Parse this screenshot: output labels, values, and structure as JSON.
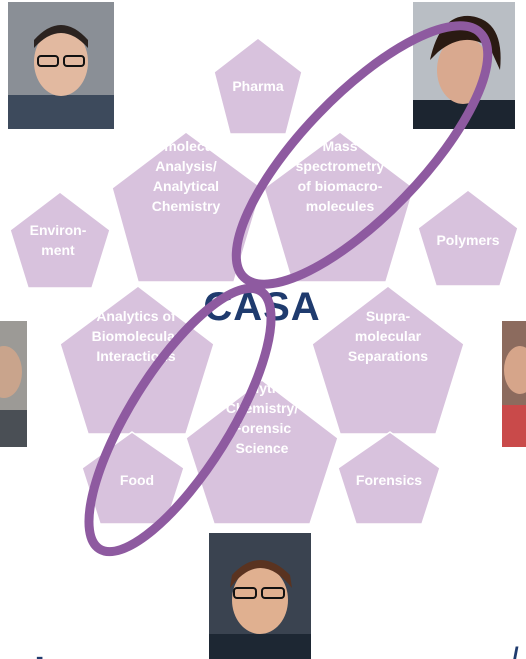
{
  "diagram": {
    "center_label": "CASA",
    "nodes": [
      {
        "id": "pharma",
        "lines": [
          "Pharma"
        ]
      },
      {
        "id": "biomolecular-analysis",
        "lines": [
          "Biomolecular",
          "Analysis/",
          "Analytical",
          "Chemistry"
        ]
      },
      {
        "id": "mass-spectrometry",
        "lines": [
          "Mass",
          "spectrometry",
          "of biomacro-",
          "molecules"
        ]
      },
      {
        "id": "environment",
        "lines": [
          "Environ-",
          "ment"
        ]
      },
      {
        "id": "polymers",
        "lines": [
          "Polymers"
        ]
      },
      {
        "id": "biomolecular-interactions",
        "lines": [
          "Analytics of",
          "Biomolecular",
          "Interactions"
        ]
      },
      {
        "id": "supramolecular-separations",
        "lines": [
          "Supra-",
          "molecular",
          "Separations"
        ]
      },
      {
        "id": "forensic-science",
        "lines": [
          "Analytical",
          "Chemistry/",
          "Forensic",
          "Science"
        ]
      },
      {
        "id": "food",
        "lines": [
          "Food"
        ]
      },
      {
        "id": "forensics",
        "lines": [
          "Forensics"
        ]
      }
    ]
  },
  "colors": {
    "pentagon_fill": "#d8c2dd",
    "ring_stroke": "#8e5aa0",
    "center_text": "#1f3b6e",
    "label_text": "#ffffff"
  },
  "photos": [
    {
      "id": "top-left"
    },
    {
      "id": "top-right"
    },
    {
      "id": "left-edge"
    },
    {
      "id": "right-edge"
    },
    {
      "id": "bottom-center"
    }
  ]
}
